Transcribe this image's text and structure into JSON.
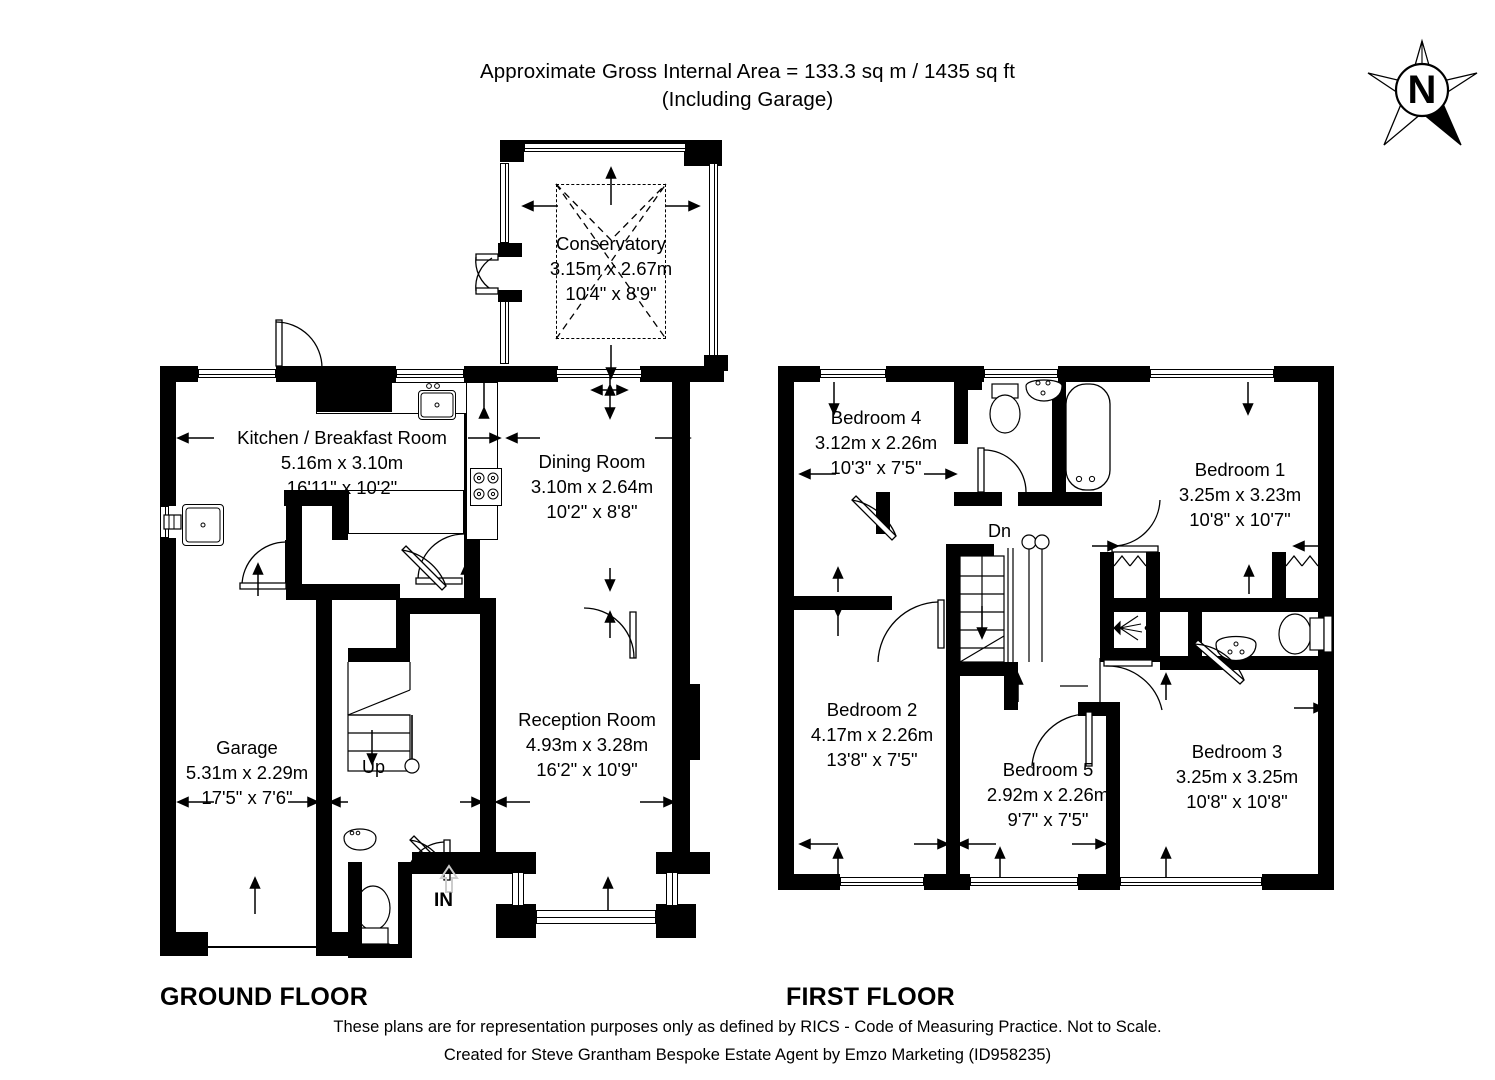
{
  "header": {
    "line1": "Approximate Gross Internal Area = 133.3 sq m / 1435 sq ft",
    "line2": "(Including Garage)"
  },
  "compass": {
    "label": "N",
    "name": "north-arrow"
  },
  "floors": [
    {
      "id": "ground",
      "label": "GROUND FLOOR"
    },
    {
      "id": "first",
      "label": "FIRST FLOOR"
    }
  ],
  "ground_floor": {
    "rooms": [
      {
        "name": "Conservatory",
        "metric": "3.15m x 2.67m",
        "imperial": "10'4\" x 8'9\""
      },
      {
        "name": "Kitchen / Breakfast Room",
        "metric": "5.16m x 3.10m",
        "imperial": "16'11\" x 10'2\""
      },
      {
        "name": "Dining Room",
        "metric": "3.10m x 2.64m",
        "imperial": "10'2\" x 8'8\""
      },
      {
        "name": "Reception Room",
        "metric": "4.93m x 3.28m",
        "imperial": "16'2\" x 10'9\""
      },
      {
        "name": "Garage",
        "metric": "5.31m x 2.29m",
        "imperial": "17'5\" x 7'6\""
      }
    ],
    "markers": [
      {
        "name": "stairs-up-marker",
        "label": "Up"
      },
      {
        "name": "entrance-marker",
        "label": "IN"
      }
    ]
  },
  "first_floor": {
    "rooms": [
      {
        "name": "Bedroom 4",
        "metric": "3.12m x 2.26m",
        "imperial": "10'3\" x 7'5\""
      },
      {
        "name": "Bedroom 1",
        "metric": "3.25m x 3.23m",
        "imperial": "10'8\" x 10'7\""
      },
      {
        "name": "Bedroom 2",
        "metric": "4.17m x 2.26m",
        "imperial": "13'8\" x 7'5\""
      },
      {
        "name": "Bedroom 5",
        "metric": "2.92m x 2.26m",
        "imperial": "9'7\" x 7'5\""
      },
      {
        "name": "Bedroom 3",
        "metric": "3.25m x 3.25m",
        "imperial": "10'8\" x 10'8\""
      }
    ],
    "markers": [
      {
        "name": "stairs-down-marker",
        "label": "Dn"
      }
    ]
  },
  "footer": {
    "line1": "These plans are for representation purposes only as defined by RICS - Code of Measuring Practice. Not to Scale.",
    "line2": "Created for Steve Grantham Bespoke Estate Agent by Emzo Marketing (ID958235)"
  },
  "colors": {
    "ink": "#000000",
    "paper": "#ffffff"
  }
}
